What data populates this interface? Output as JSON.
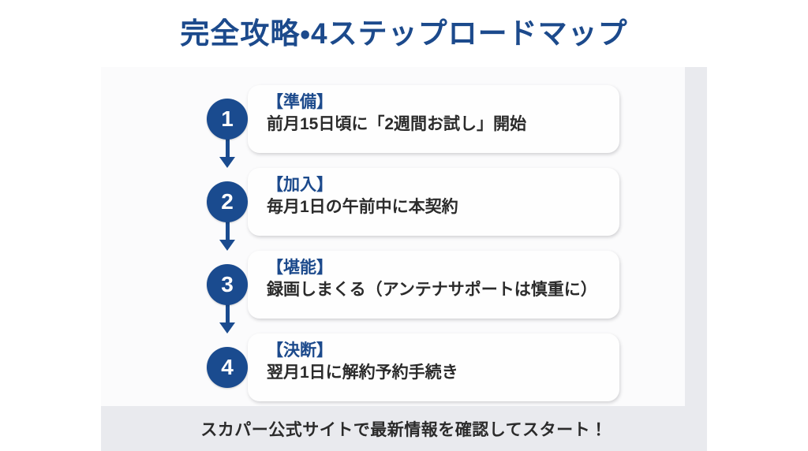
{
  "title": "完全攻略・4ステップロードマップ",
  "colors": {
    "accent_navy": "#1a4b8f",
    "title_navy": "#1c4a8c",
    "body_text": "#2b2b2b",
    "card_bg": "#fefefe",
    "panel_bg": "#e9eaee",
    "page_bg": "#ffffff"
  },
  "steps": [
    {
      "number": "1",
      "heading": "【準備】",
      "body": "前月15日頃に「2週間お試し」開始"
    },
    {
      "number": "2",
      "heading": "【加入】",
      "body": "毎月1日の午前中に本契約"
    },
    {
      "number": "3",
      "heading": "【堪能】",
      "body": "録画しまくる（アンテナサポートは慎重に）"
    },
    {
      "number": "4",
      "heading": "【決断】",
      "body": "翌月1日に解約予約手続き"
    }
  ],
  "footer": {
    "text": "スカパー公式サイトで最新情報を確認してスタート！"
  }
}
